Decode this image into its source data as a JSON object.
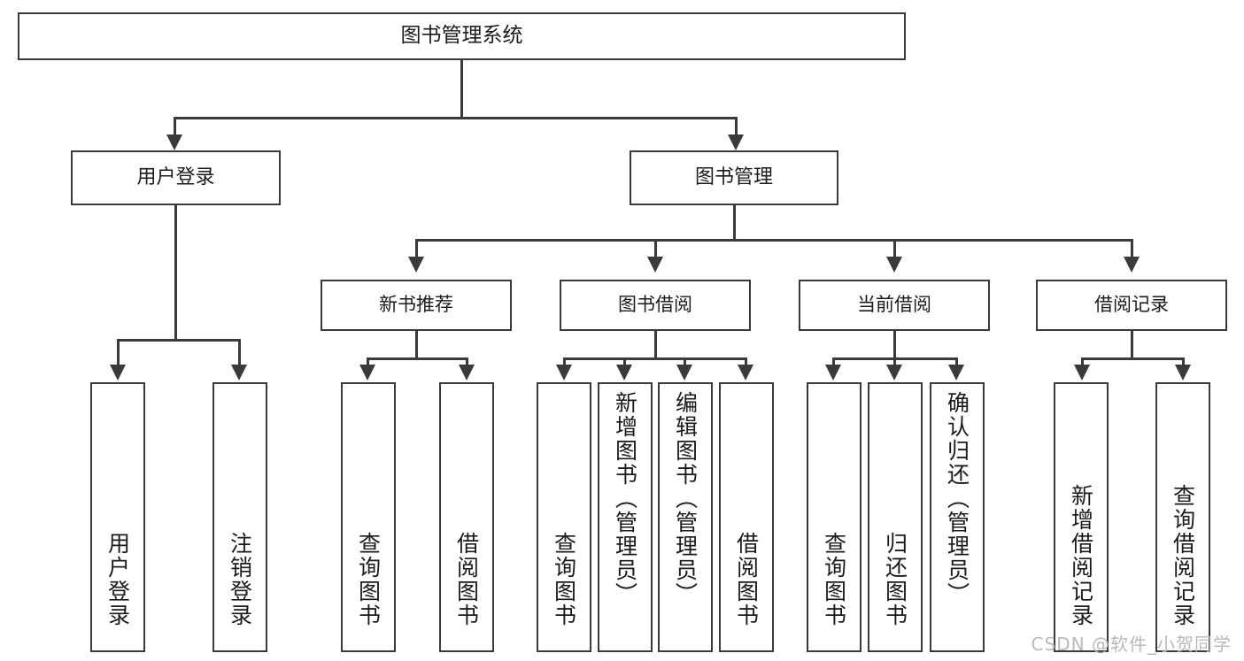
{
  "diagram": {
    "title": "图书管理系统",
    "watermark": "CSDN @软件_小贺同学",
    "line_color": "#3a3a3a",
    "box_fill": "#ffffff",
    "text_color": "#1b1b1b",
    "watermark_color": "#b9b9b9"
  },
  "root": {
    "label": "图书管理系统"
  },
  "level2": [
    {
      "label": "用户登录"
    },
    {
      "label": "图书管理"
    }
  ],
  "level3": [
    {
      "label": "新书推荐"
    },
    {
      "label": "图书借阅"
    },
    {
      "label": "当前借阅"
    },
    {
      "label": "借阅记录"
    }
  ],
  "leaves": {
    "user_login": [
      {
        "label": "用户登录"
      },
      {
        "label": "注销登录"
      }
    ],
    "new_book_recommend": [
      {
        "label": "查询图书"
      },
      {
        "label": "借阅图书"
      }
    ],
    "book_borrow": [
      {
        "label": "查询图书"
      },
      {
        "label": "新增图书（管理员）"
      },
      {
        "label": "编辑图书（管理员）"
      },
      {
        "label": "借阅图书"
      }
    ],
    "current_borrow": [
      {
        "label": "查询图书"
      },
      {
        "label": "归还图书"
      },
      {
        "label": "确认归还（管理员）"
      }
    ],
    "borrow_record": [
      {
        "label": "新增借阅记录"
      },
      {
        "label": "查询借阅记录"
      }
    ]
  }
}
